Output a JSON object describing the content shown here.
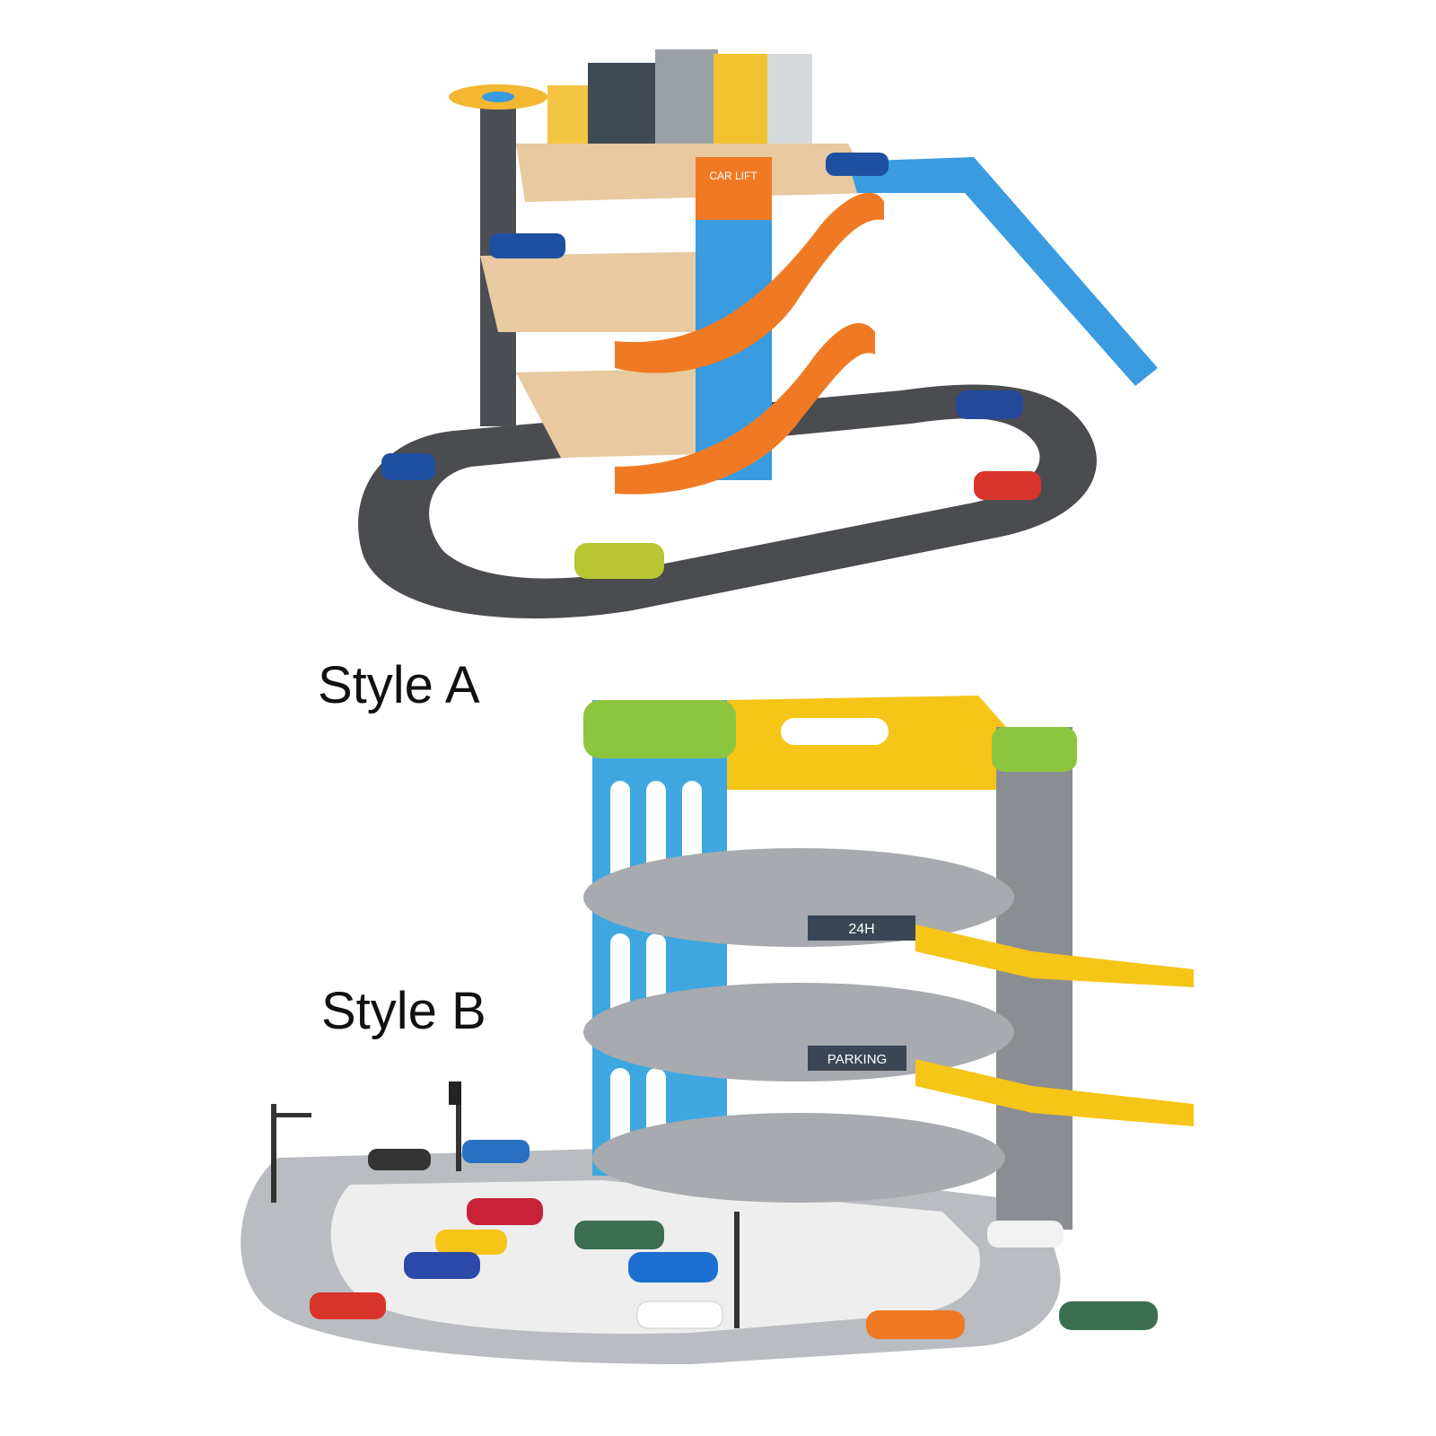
{
  "products": [
    {
      "label": "Style A",
      "picture_text": [
        "CAR LIFT"
      ]
    },
    {
      "label": "Style B",
      "picture_text": [
        "24H",
        "PARKING"
      ]
    }
  ],
  "colors": {
    "background": "#ffffff",
    "track_dark": "#4a4c50",
    "track_grey": "#b9bcc0",
    "ramp_orange": "#f07a23",
    "ramp_blue": "#3a9be0",
    "deck_tan": "#e8c9a0",
    "tower_blue": "#3fa7df",
    "tower_green": "#8cc63f",
    "ramp_yellow": "#f5c518",
    "pillar_grey": "#8a8d91",
    "label_text": "#111111"
  },
  "icons": [
    "helipad-icon",
    "traffic-light-icon",
    "street-lamp-icon",
    "toy-car-icon"
  ]
}
